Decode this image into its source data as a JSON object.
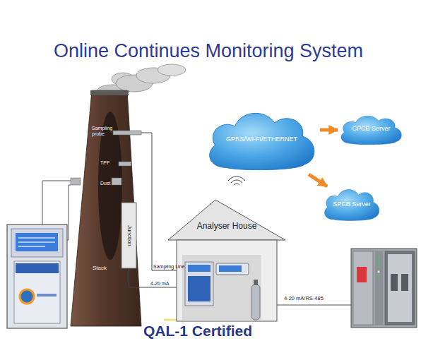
{
  "diagram": {
    "title": "Online Continues Monitoring System",
    "caption": "QAL-1 Certified",
    "nodes": [
      {
        "text": [
          "Sampling probe",
          "TPF",
          "Dust",
          "Stack"
        ]
      },
      {
        "text": [
          "GPRS/WI-FI/ETHERNET"
        ]
      },
      {
        "text": [
          "CPCB Server"
        ]
      },
      {
        "text": [
          "SPCB Server"
        ]
      },
      {
        "text": [
          "Junction"
        ]
      },
      {
        "text": [
          "Analyser House"
        ]
      }
    ],
    "edges": [
      {
        "from": 0,
        "to": 5,
        "arrow": "none",
        "label": "Sampling Line"
      },
      {
        "from": 4,
        "to": 5,
        "arrow": "none",
        "label": "4-20 mA"
      },
      {
        "from": 1,
        "to": 2,
        "arrow": "to"
      },
      {
        "from": 1,
        "to": 3,
        "arrow": "to"
      }
    ],
    "labels": [
      "4-20 mA/RS-485"
    ]
  }
}
